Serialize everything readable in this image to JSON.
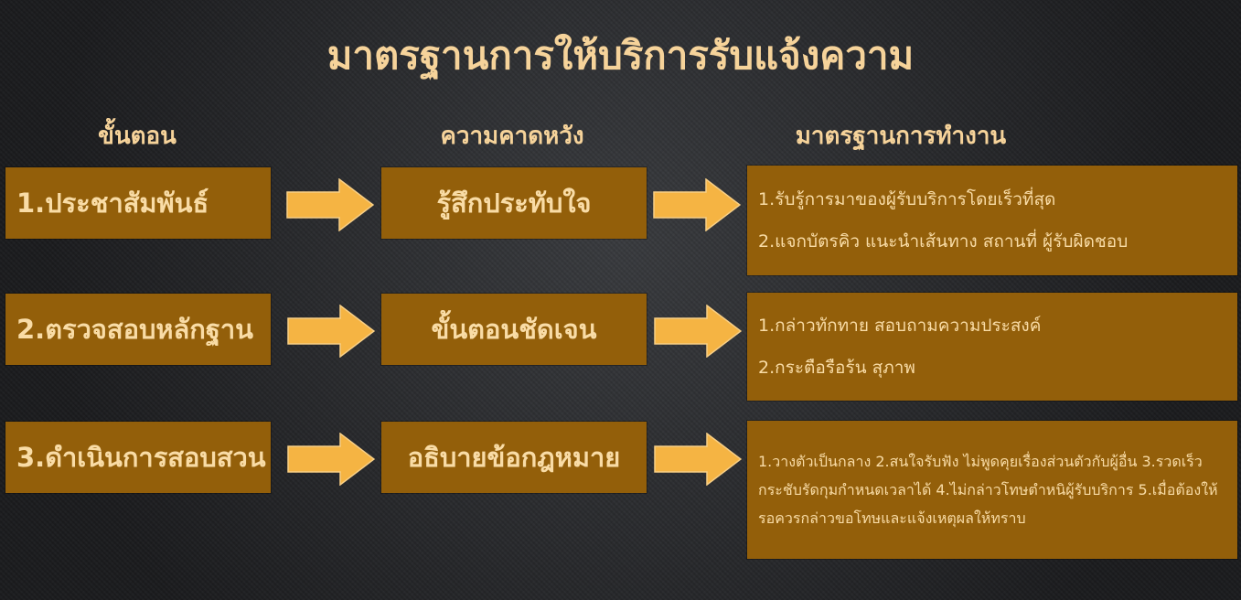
{
  "title": "มาตรฐานการให้บริการรับแจ้งความ",
  "headers": {
    "step": "ขั้นตอน",
    "expectation": "ความคาดหวัง",
    "standard": "มาตรฐานการทำงาน"
  },
  "rows": [
    {
      "step": "1.ประชาสัมพันธ์",
      "expectation": "รู้สึกประทับใจ",
      "standards": [
        "1.รับรู้การมาของผู้รับบริการโดยเร็วที่สุด",
        "2.แจกบัตรคิว แนะนำเส้นทาง สถานที่ ผู้รับผิดชอบ"
      ]
    },
    {
      "step": "2.ตรวจสอบหลักฐาน",
      "expectation": "ขั้นตอนชัดเจน",
      "standards": [
        "1.กล่าวทักทาย สอบถามความประสงค์",
        "2.กระตือรือร้น สุภาพ"
      ]
    },
    {
      "step": "3.ดำเนินการสอบสวน",
      "expectation": "อธิบายข้อกฎหมาย",
      "standards_paragraph": "1.วางตัวเป็นกลาง   2.สนใจรับฟัง ไม่พูดคุยเรื่องส่วนตัวกับผู้อื่น   3.รวดเร็วกระชับรัดกุมกำหนดเวลาได้   4.ไม่กล่าวโทษตำหนิผู้รับบริการ   5.เมื่อต้องให้รอควรกล่าวขอโทษและแจ้งเหตุผลให้ทราบ"
    }
  ],
  "colors": {
    "box": "#935f0a",
    "arrow": "#f5b443",
    "text": "#f9dca6"
  }
}
